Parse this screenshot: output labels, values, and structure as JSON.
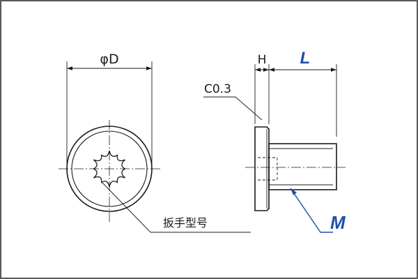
{
  "labels": {
    "diameter": "φD",
    "head_height": "H",
    "length": "L",
    "chamfer": "C0.3",
    "wrench_type": "扳手型号",
    "thread": "M"
  },
  "colors": {
    "line": "#1a1a1a",
    "accent": "#1f4fa8",
    "border": "#222222",
    "background": "#ffffff"
  }
}
